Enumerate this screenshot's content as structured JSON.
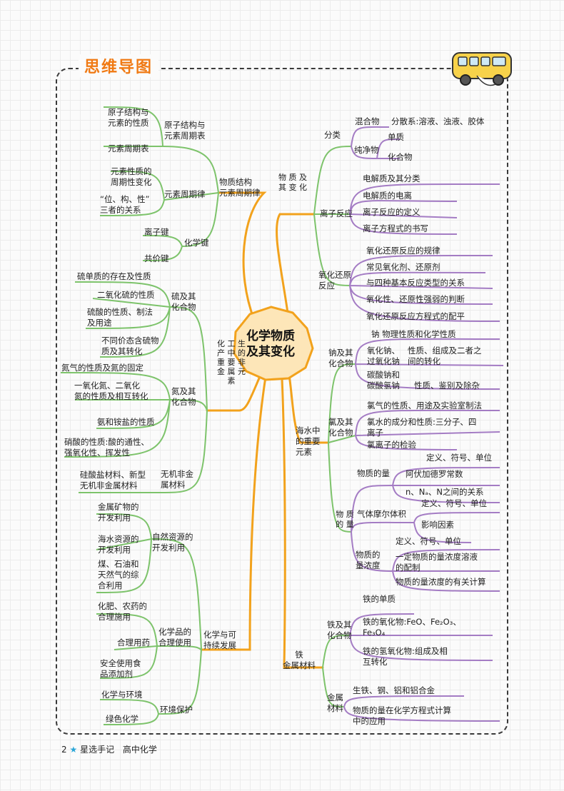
{
  "title": "思维导图",
  "root": "化学物质\n及其变化",
  "footer": {
    "page": "2",
    "book": "星选手记",
    "subject": "高中化学"
  },
  "colors": {
    "orange": "#f2a21c",
    "green": "#7dc36b",
    "purple": "#a47cc4",
    "title": "#f07a14"
  },
  "nodes": [
    {
      "id": "l1",
      "text": "物质结构\n元素周期律"
    },
    {
      "id": "l1a",
      "text": "原子结构与\n元素周期表"
    },
    {
      "id": "l1a1",
      "text": "原子结构与\n元素的性质"
    },
    {
      "id": "l1a2",
      "text": "元素周期表"
    },
    {
      "id": "l1b",
      "text": "元素周期律"
    },
    {
      "id": "l1b1",
      "text": "元素性质的\n周期性变化"
    },
    {
      "id": "l1b2",
      "text": "“位、构、性”\n三者的关系"
    },
    {
      "id": "l1c",
      "text": "化学键"
    },
    {
      "id": "l1c1",
      "text": "离子键"
    },
    {
      "id": "l1c2",
      "text": "共价键"
    },
    {
      "id": "l2",
      "text": "化\n工\n生\n产\n中\n的\n重\n要\n非\n金\n属\n元\n素"
    },
    {
      "id": "l2a",
      "text": "硫及其\n化合物"
    },
    {
      "id": "l2a1",
      "text": "硫单质的存在及性质"
    },
    {
      "id": "l2a2",
      "text": "二氧化硫的性质"
    },
    {
      "id": "l2a3",
      "text": "硫酸的性质、制法\n及用途"
    },
    {
      "id": "l2a4",
      "text": "不同价态含硫物\n质及其转化"
    },
    {
      "id": "l2b",
      "text": "氮及其\n化合物"
    },
    {
      "id": "l2b1",
      "text": "氮气的性质及氮的固定"
    },
    {
      "id": "l2b2",
      "text": "一氧化氮、二氧化\n氮的性质及相互转化"
    },
    {
      "id": "l2b3",
      "text": "氨和铵盐的性质"
    },
    {
      "id": "l2b4",
      "text": "硝酸的性质:酸的通性、\n强氧化性、挥发性"
    },
    {
      "id": "l2c",
      "text": "无机非金\n属材料"
    },
    {
      "id": "l2c1",
      "text": "硅酸盐材料、新型\n无机非金属材料"
    },
    {
      "id": "l3",
      "text": "化学与可\n持续发展"
    },
    {
      "id": "l3a",
      "text": "自然资源的\n开发利用"
    },
    {
      "id": "l3a1",
      "text": "金属矿物的\n开发利用"
    },
    {
      "id": "l3a2",
      "text": "海水资源的\n开发利用"
    },
    {
      "id": "l3a3",
      "text": "煤、石油和\n天然气的综\n合利用"
    },
    {
      "id": "l3b",
      "text": "化学品的\n合理使用"
    },
    {
      "id": "l3b1",
      "text": "化肥、农药的\n合理施用"
    },
    {
      "id": "l3b2",
      "text": "合理用药"
    },
    {
      "id": "l3b3",
      "text": "安全使用食\n品添加剂"
    },
    {
      "id": "l3c",
      "text": "环境保护"
    },
    {
      "id": "l3c1",
      "text": "化学与环境"
    },
    {
      "id": "l3c2",
      "text": "绿色化学"
    },
    {
      "id": "r1",
      "text": "物\n质\n及\n其\n变\n化"
    },
    {
      "id": "r1a",
      "text": "分类"
    },
    {
      "id": "r1a1",
      "text": "混合物"
    },
    {
      "id": "r1a1x",
      "text": "分散系:溶液、浊液、胶体"
    },
    {
      "id": "r1a2",
      "text": "纯净物"
    },
    {
      "id": "r1a2x",
      "text": "单质"
    },
    {
      "id": "r1a2y",
      "text": "化合物"
    },
    {
      "id": "r1b",
      "text": "离子反应"
    },
    {
      "id": "r1b1",
      "text": "电解质及其分类"
    },
    {
      "id": "r1b2",
      "text": "电解质的电离"
    },
    {
      "id": "r1b3",
      "text": "离子反应的定义"
    },
    {
      "id": "r1b4",
      "text": "离子方程式的书写"
    },
    {
      "id": "r1c",
      "text": "氧化还原\n反应"
    },
    {
      "id": "r1c1",
      "text": "氧化还原反应的规律"
    },
    {
      "id": "r1c2",
      "text": "常见氧化剂、还原剂"
    },
    {
      "id": "r1c3",
      "text": "与四种基本反应类型的关系"
    },
    {
      "id": "r1c4",
      "text": "氧化性、还原性强弱的判断"
    },
    {
      "id": "r1c5",
      "text": "氧化还原反应方程式的配平"
    },
    {
      "id": "r2",
      "text": "海水中\n的重要\n元素"
    },
    {
      "id": "r2a",
      "text": "钠及其\n化合物"
    },
    {
      "id": "r2a1",
      "text": "钠 物理性质和化学性质"
    },
    {
      "id": "r2a2",
      "text": "氧化钠、\n过氧化钠"
    },
    {
      "id": "r2a2x",
      "text": "性质、组成及二者之\n间的转化"
    },
    {
      "id": "r2a3",
      "text": "碳酸钠和\n碳酸氢钠"
    },
    {
      "id": "r2a3x",
      "text": "性质、鉴别及除杂"
    },
    {
      "id": "r2b",
      "text": "氯及其\n化合物"
    },
    {
      "id": "r2b1",
      "text": "氯气的性质、用途及实验室制法"
    },
    {
      "id": "r2b2",
      "text": "氯水的成分和性质:三分子、四\n离子"
    },
    {
      "id": "r2b3",
      "text": "氯离子的检验"
    },
    {
      "id": "r2c",
      "text": "物\n质\n的\n量"
    },
    {
      "id": "r2c1",
      "text": "物质的量"
    },
    {
      "id": "r2c1a",
      "text": "定义、符号、单位"
    },
    {
      "id": "r2c1b",
      "text": "阿伏加德罗常数"
    },
    {
      "id": "r2c1c",
      "text": "n、Nₐ、N之间的关系"
    },
    {
      "id": "r2c2",
      "text": "气体摩尔体积"
    },
    {
      "id": "r2c2a",
      "text": "定义、符号、单位"
    },
    {
      "id": "r2c2b",
      "text": "影响因素"
    },
    {
      "id": "r2c3",
      "text": "物质的\n量浓度"
    },
    {
      "id": "r2c3a",
      "text": "定义、符号、单位"
    },
    {
      "id": "r2c3b",
      "text": "一定物质的量浓度溶液\n的配制"
    },
    {
      "id": "r2c3c",
      "text": "物质的量浓度的有关计算"
    },
    {
      "id": "r3",
      "text": "铁\n金属材料"
    },
    {
      "id": "r3a",
      "text": "铁及其\n化合物"
    },
    {
      "id": "r3a1",
      "text": "铁的单质"
    },
    {
      "id": "r3a2",
      "text": "铁的氧化物:FeO、Fe₂O₃、\nFe₃O₄"
    },
    {
      "id": "r3a3",
      "text": "铁的氢氧化物:组成及相\n互转化"
    },
    {
      "id": "r3b",
      "text": "金属\n材料"
    },
    {
      "id": "r3b1",
      "text": "生铁、钢、铝和铝合金"
    },
    {
      "id": "r3b2",
      "text": "物质的量在化学方程式计算\n中的应用"
    }
  ]
}
